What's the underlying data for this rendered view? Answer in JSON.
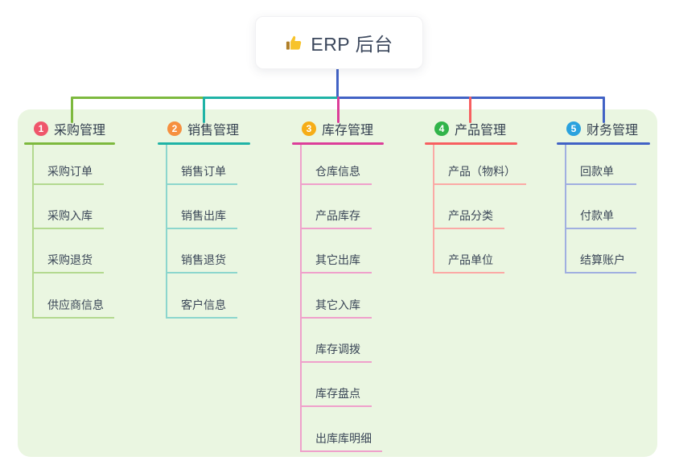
{
  "root": {
    "label": "ERP 后台",
    "icon": "thumbs-up-emoji"
  },
  "branches": [
    {
      "index": "1",
      "title": "采购管理",
      "line_color": "#7db93e",
      "light_line_color": "#b3d98f",
      "badge_color": "#ef566b",
      "children": [
        "采购订单",
        "采购入库",
        "采购退货",
        "供应商信息"
      ]
    },
    {
      "index": "2",
      "title": "销售管理",
      "line_color": "#1fb3a6",
      "light_line_color": "#8cd6cd",
      "badge_color": "#f6903f",
      "children": [
        "销售订单",
        "销售出库",
        "销售退货",
        "客户信息"
      ]
    },
    {
      "index": "3",
      "title": "库存管理",
      "line_color": "#dc3e99",
      "light_line_color": "#efa0cb",
      "badge_color": "#f6ad17",
      "children": [
        "仓库信息",
        "产品库存",
        "其它出库",
        "其它入库",
        "库存调拨",
        "库存盘点",
        "出库库明细"
      ]
    },
    {
      "index": "4",
      "title": "产品管理",
      "line_color": "#f75f60",
      "light_line_color": "#fba9a5",
      "badge_color": "#31b44a",
      "children": [
        "产品（物料）",
        "产品分类",
        "产品单位"
      ]
    },
    {
      "index": "5",
      "title": "财务管理",
      "line_color": "#4162c5",
      "light_line_color": "#a0afe0",
      "badge_color": "#2aa2de",
      "children": [
        "回款单",
        "付款单",
        "结算账户"
      ]
    }
  ],
  "colors": {
    "panel_background": "#eaf6e1",
    "root_stem": "#4162c5",
    "title_text": "#333f4f",
    "child_text": "#3a4657",
    "root_text": "#3b475c"
  }
}
